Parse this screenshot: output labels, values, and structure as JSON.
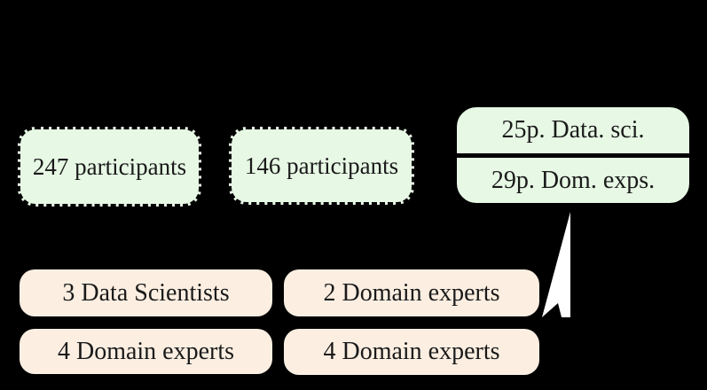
{
  "colors": {
    "canvas_bg": "#000000",
    "green_fill": "#e7f8e5",
    "peach_fill": "#fcefe2",
    "line_color": "#000000",
    "text_color": "#1a1a1a",
    "arrow_color": "#ffffff"
  },
  "survey_group": {
    "boxes": [
      {
        "label": "247 participants"
      },
      {
        "label": "146 participants"
      }
    ]
  },
  "interview_table": {
    "rows": [
      {
        "label": "25p. Data. sci."
      },
      {
        "label": "29p. Dom. exps."
      }
    ]
  },
  "pilot_group": {
    "boxes": [
      {
        "label": "3 Data Scientists"
      },
      {
        "label": "2 Domain experts"
      },
      {
        "label": "4 Domain experts"
      },
      {
        "label": "4 Domain experts"
      }
    ]
  }
}
